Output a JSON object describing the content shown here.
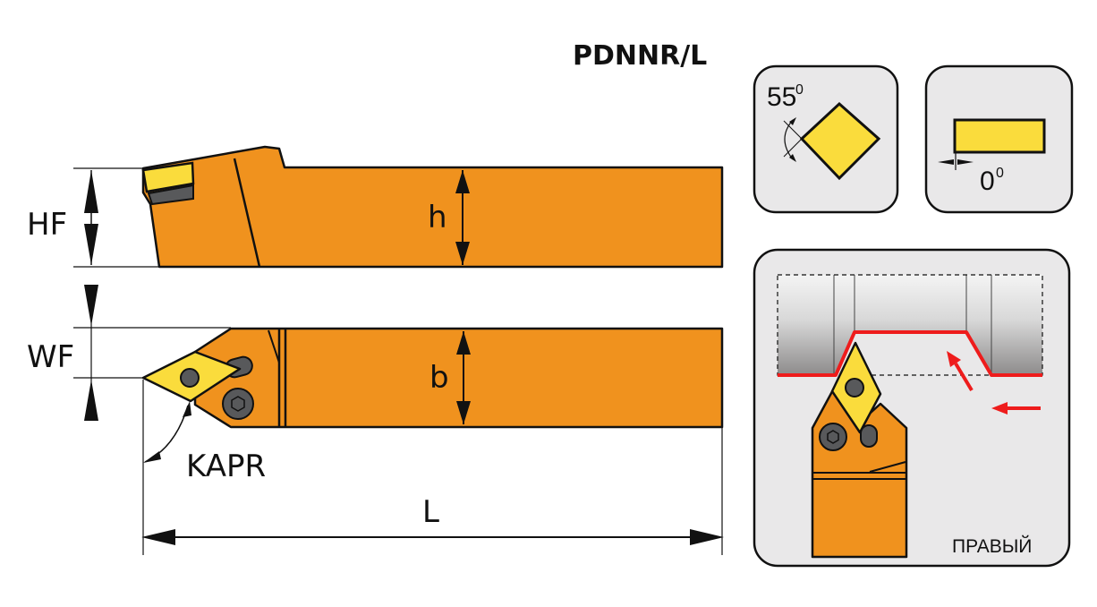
{
  "title": "PDNNR/L",
  "dimensions": {
    "hf": "HF",
    "wf": "WF",
    "h": "h",
    "b": "b",
    "l": "L",
    "kapr": "KAPR"
  },
  "insert_shape": {
    "angle_label": "55",
    "degree_mark": "0"
  },
  "clearance": {
    "angle_label": "0",
    "degree_mark": "0"
  },
  "application": {
    "hand_label": "ПРАВЫЙ"
  },
  "colors": {
    "holder": "#F0921E",
    "insert": "#FADC3C",
    "panel": "#E9E8E9",
    "path": "#EE1C1C",
    "screw": "#58595B"
  }
}
